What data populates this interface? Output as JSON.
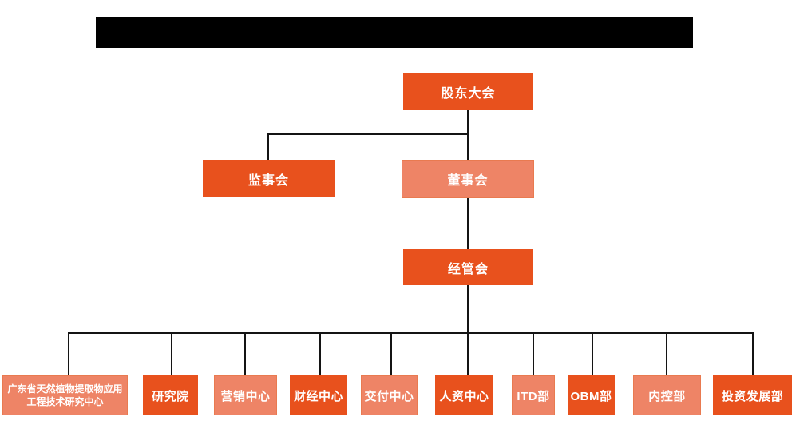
{
  "colors": {
    "dark": "#E8511D",
    "light": "#EE8466",
    "light_border": "#E97A50",
    "line": "#141414",
    "redacted_bar": "#000000",
    "text": "#FFFFFF"
  },
  "org": {
    "nodes": {
      "shareholders": {
        "label": "股东大会",
        "variant": "dark"
      },
      "supervisory": {
        "label": "监事会",
        "variant": "dark"
      },
      "board": {
        "label": "董事会",
        "variant": "light"
      },
      "management": {
        "label": "经管会",
        "variant": "dark"
      }
    },
    "departments": [
      {
        "label": "广东省天然植物提取物应用工程技术研究中心",
        "variant": "light"
      },
      {
        "label": "研究院",
        "variant": "dark"
      },
      {
        "label": "营销中心",
        "variant": "light"
      },
      {
        "label": "财经中心",
        "variant": "dark"
      },
      {
        "label": "交付中心",
        "variant": "light"
      },
      {
        "label": "人资中心",
        "variant": "dark"
      },
      {
        "label": "ITD部",
        "variant": "light"
      },
      {
        "label": "OBM部",
        "variant": "dark"
      },
      {
        "label": "内控部",
        "variant": "light"
      },
      {
        "label": "投资发展部",
        "variant": "dark"
      }
    ]
  }
}
